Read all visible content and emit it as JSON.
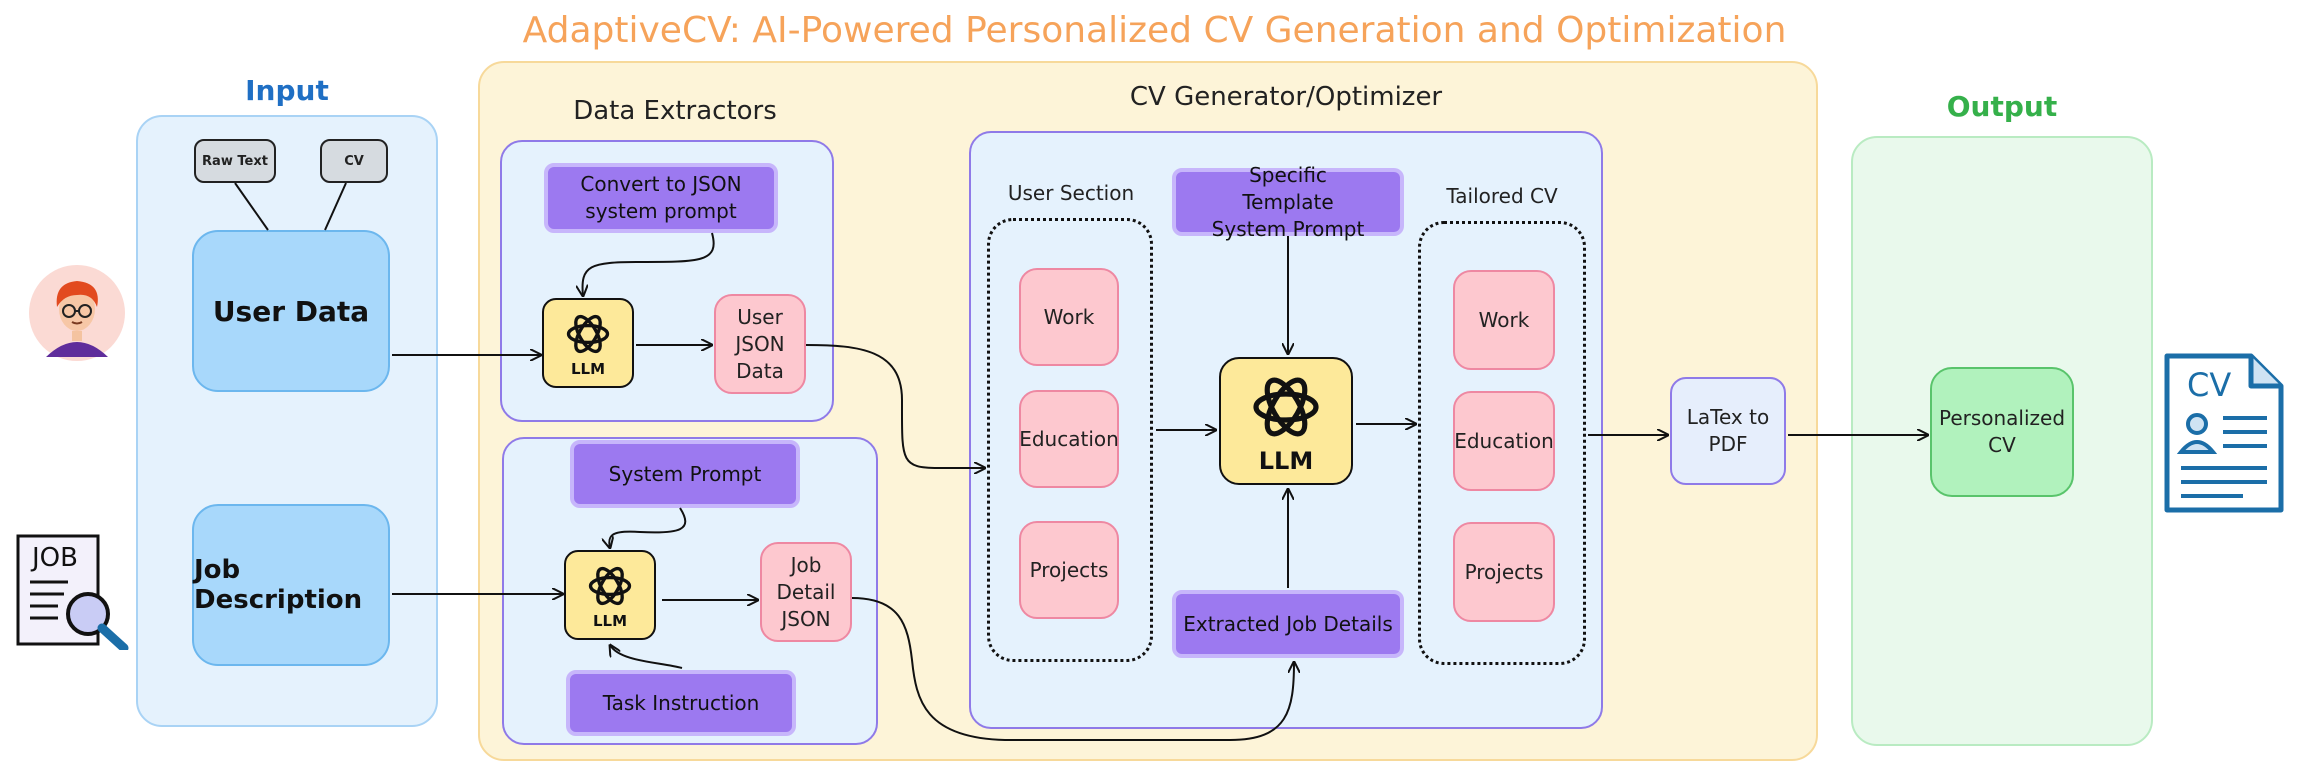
{
  "title": "AdaptiveCV: AI-Powered Personalized CV Generation and Optimization",
  "input": {
    "heading": "Input",
    "raw_text": "Raw Text",
    "cv": "CV",
    "user_data": "User Data",
    "job_description": "Job Description",
    "job_icon_text": "JOB"
  },
  "extractors": {
    "heading": "Data Extractors",
    "convert_prompt": "Convert to JSON system prompt",
    "llm": "LLM",
    "user_json": "User JSON Data",
    "system_prompt": "System Prompt",
    "job_json": "Job Detail JSON",
    "task_instruction": "Task Instruction"
  },
  "generator": {
    "heading": "CV Generator/Optimizer",
    "user_section": "User Section",
    "template_prompt": "Specific Template System Prompt",
    "tailored_cv": "Tailored CV",
    "llm": "LLM",
    "extracted_job": "Extracted Job Details",
    "items": [
      "Work",
      "Education",
      "Projects"
    ]
  },
  "latex": "LaTex to PDF",
  "output": {
    "heading": "Output",
    "personalized_cv": "Personalized CV",
    "cv_icon_text": "CV"
  },
  "colors": {
    "title": "#f6a35a",
    "input_heading": "#1f6fc4",
    "output_heading": "#35b04a",
    "purple": "#9c79f0",
    "pink": "#fdc8cf",
    "llm_yellow": "#fde99a",
    "icon_blue": "#1b6ea8"
  }
}
